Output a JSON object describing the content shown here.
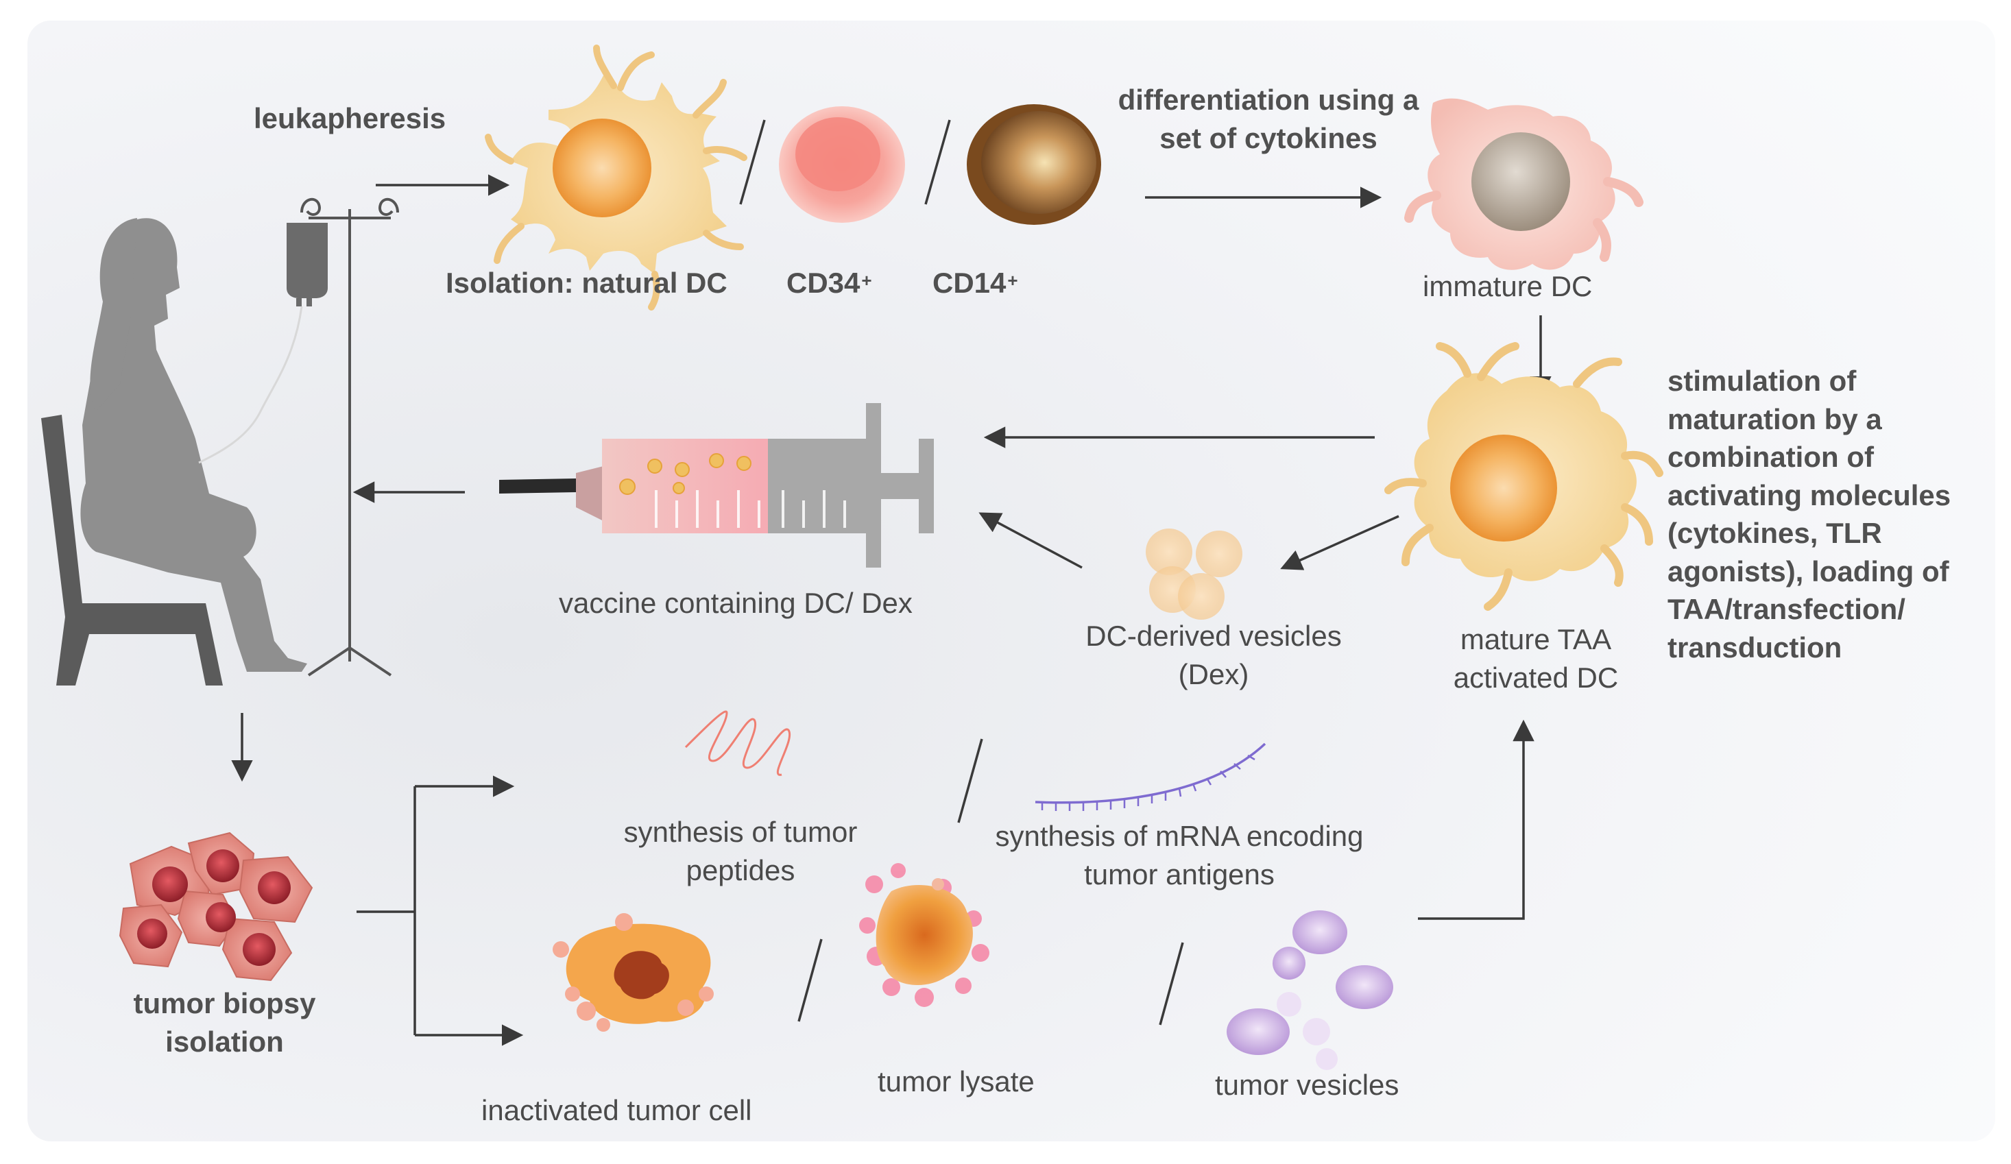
{
  "labels": {
    "leukapheresis": "leukapheresis",
    "isolation_natural_dc": "Isolation: natural DC",
    "cd34": "CD34",
    "cd14": "CD14",
    "plus": "+",
    "differentiation_line1": "differentiation using a",
    "differentiation_line2": "set of cytokines",
    "immature_dc": "immature DC",
    "stimulation_lines": [
      "stimulation of",
      "maturation by a",
      "combination of",
      "activating molecules",
      "(cytokines, TLR",
      "agonists), loading of",
      "TAA/transfection/",
      "transduction"
    ],
    "mature_line1": "mature TAA",
    "mature_line2": "activated DC",
    "vaccine": "vaccine containing DC/ Dex",
    "dex_line1": "DC-derived vesicles",
    "dex_line2": "(Dex)",
    "tumor_biopsy_line1": "tumor biopsy",
    "tumor_biopsy_line2": "isolation",
    "peptides_line1": "synthesis of tumor",
    "peptides_line2": "peptides",
    "mrna_line1": "synthesis of mRNA encoding",
    "mrna_line2": "tumor antigens",
    "inactivated": "inactivated tumor cell",
    "lysate": "tumor lysate",
    "vesicles": "tumor vesicles"
  },
  "colors": {
    "background": "#f3f4f6",
    "silhouette": "#8c8c8c",
    "arrow": "#3a3a3a",
    "dc_body": "#f2d49a",
    "dc_nucleus": "#f0a040",
    "cd34_cell": "#f7a9a0",
    "cd14_cell": "#8a5a2a",
    "immature_body": "#f6cfc8",
    "immature_nucleus": "#b9aea0",
    "tumor_cell": "#e4827a",
    "tumor_nucleus": "#b0303a",
    "syringe_gray": "#a8a8a8",
    "syringe_pink": "#f5b6b6",
    "peptide_line": "#f08070",
    "mrna_line": "#8c7ad8",
    "vesicle_purple": "#c9a8e0"
  }
}
